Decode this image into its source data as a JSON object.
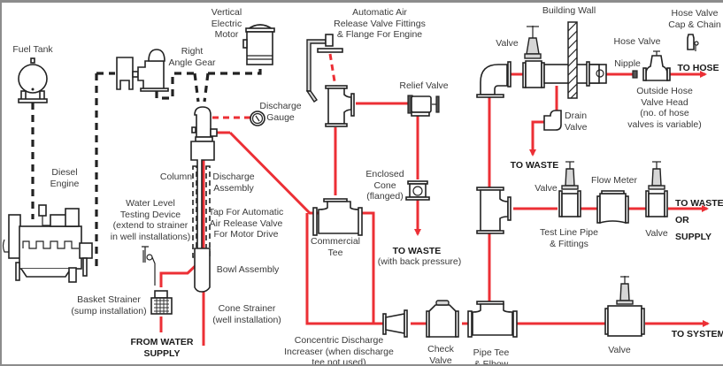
{
  "diagram": {
    "colors": {
      "pipe": "#ec2f35",
      "equipment": "#222222",
      "label": "#3a3a3a"
    },
    "labels": {
      "fuel_tank": "Fuel Tank",
      "diesel_engine": "Diesel\nEngine",
      "vertical_electric_motor": "Vertical\nElectric\nMotor",
      "right_angle_gear": "Right\nAngle Gear",
      "air_release_fittings": "Automatic Air\nRelease Valve Fittings\n& Flange For Engine",
      "discharge_gauge": "Discharge\nGauge",
      "relief_valve": "Relief Valve",
      "building_wall": "Building Wall",
      "hose_valve_cap": "Hose Valve\nCap & Chain",
      "valve_top": "Valve",
      "hose_valve": "Hose Valve",
      "nipple": "Nipple",
      "to_hose": "TO HOSE",
      "outside_hose_valve_head": "Outside Hose\nValve Head\n(no. of hose\nvalves is variable)",
      "drain_valve": "Drain\nValve",
      "to_waste_drain": "TO WASTE",
      "column": "Column",
      "discharge_assembly": "Discharge\nAssembly",
      "tap_air_release": "Tap For Automatic\nAir Release Valve\nFor Motor Drive",
      "water_level_device": "Water Level\nTesting Device\n(extend to strainer\nin well installations)",
      "bowl_assembly": "Bowl Assembly",
      "basket_strainer": "Basket Strainer\n(sump installation)",
      "cone_strainer": "Cone Strainer\n(well installation)",
      "from_water_supply": "FROM WATER\nSUPPLY",
      "commercial_tee": "Commercial\nTee",
      "enclosed_cone": "Enclosed Cone\n(flanged)",
      "to_waste_back_pressure": "TO WASTE",
      "with_back_pressure": "(with back pressure)",
      "concentric_increaser": "Concentric Discharge\nIncreaser (when discharge\ntee not used)",
      "check_valve": "Check\nValve",
      "pipe_tee_elbow": "Pipe Tee\n& Elbow",
      "valve_test_line": "Valve",
      "flow_meter": "Flow Meter",
      "test_line_pipe": "Test Line Pipe\n& Fittings",
      "valve_test_end": "Valve",
      "to_waste_or_supply": "TO WASTE\nOR SUPPLY",
      "valve_system": "Valve",
      "to_system": "TO SYSTEM"
    }
  }
}
